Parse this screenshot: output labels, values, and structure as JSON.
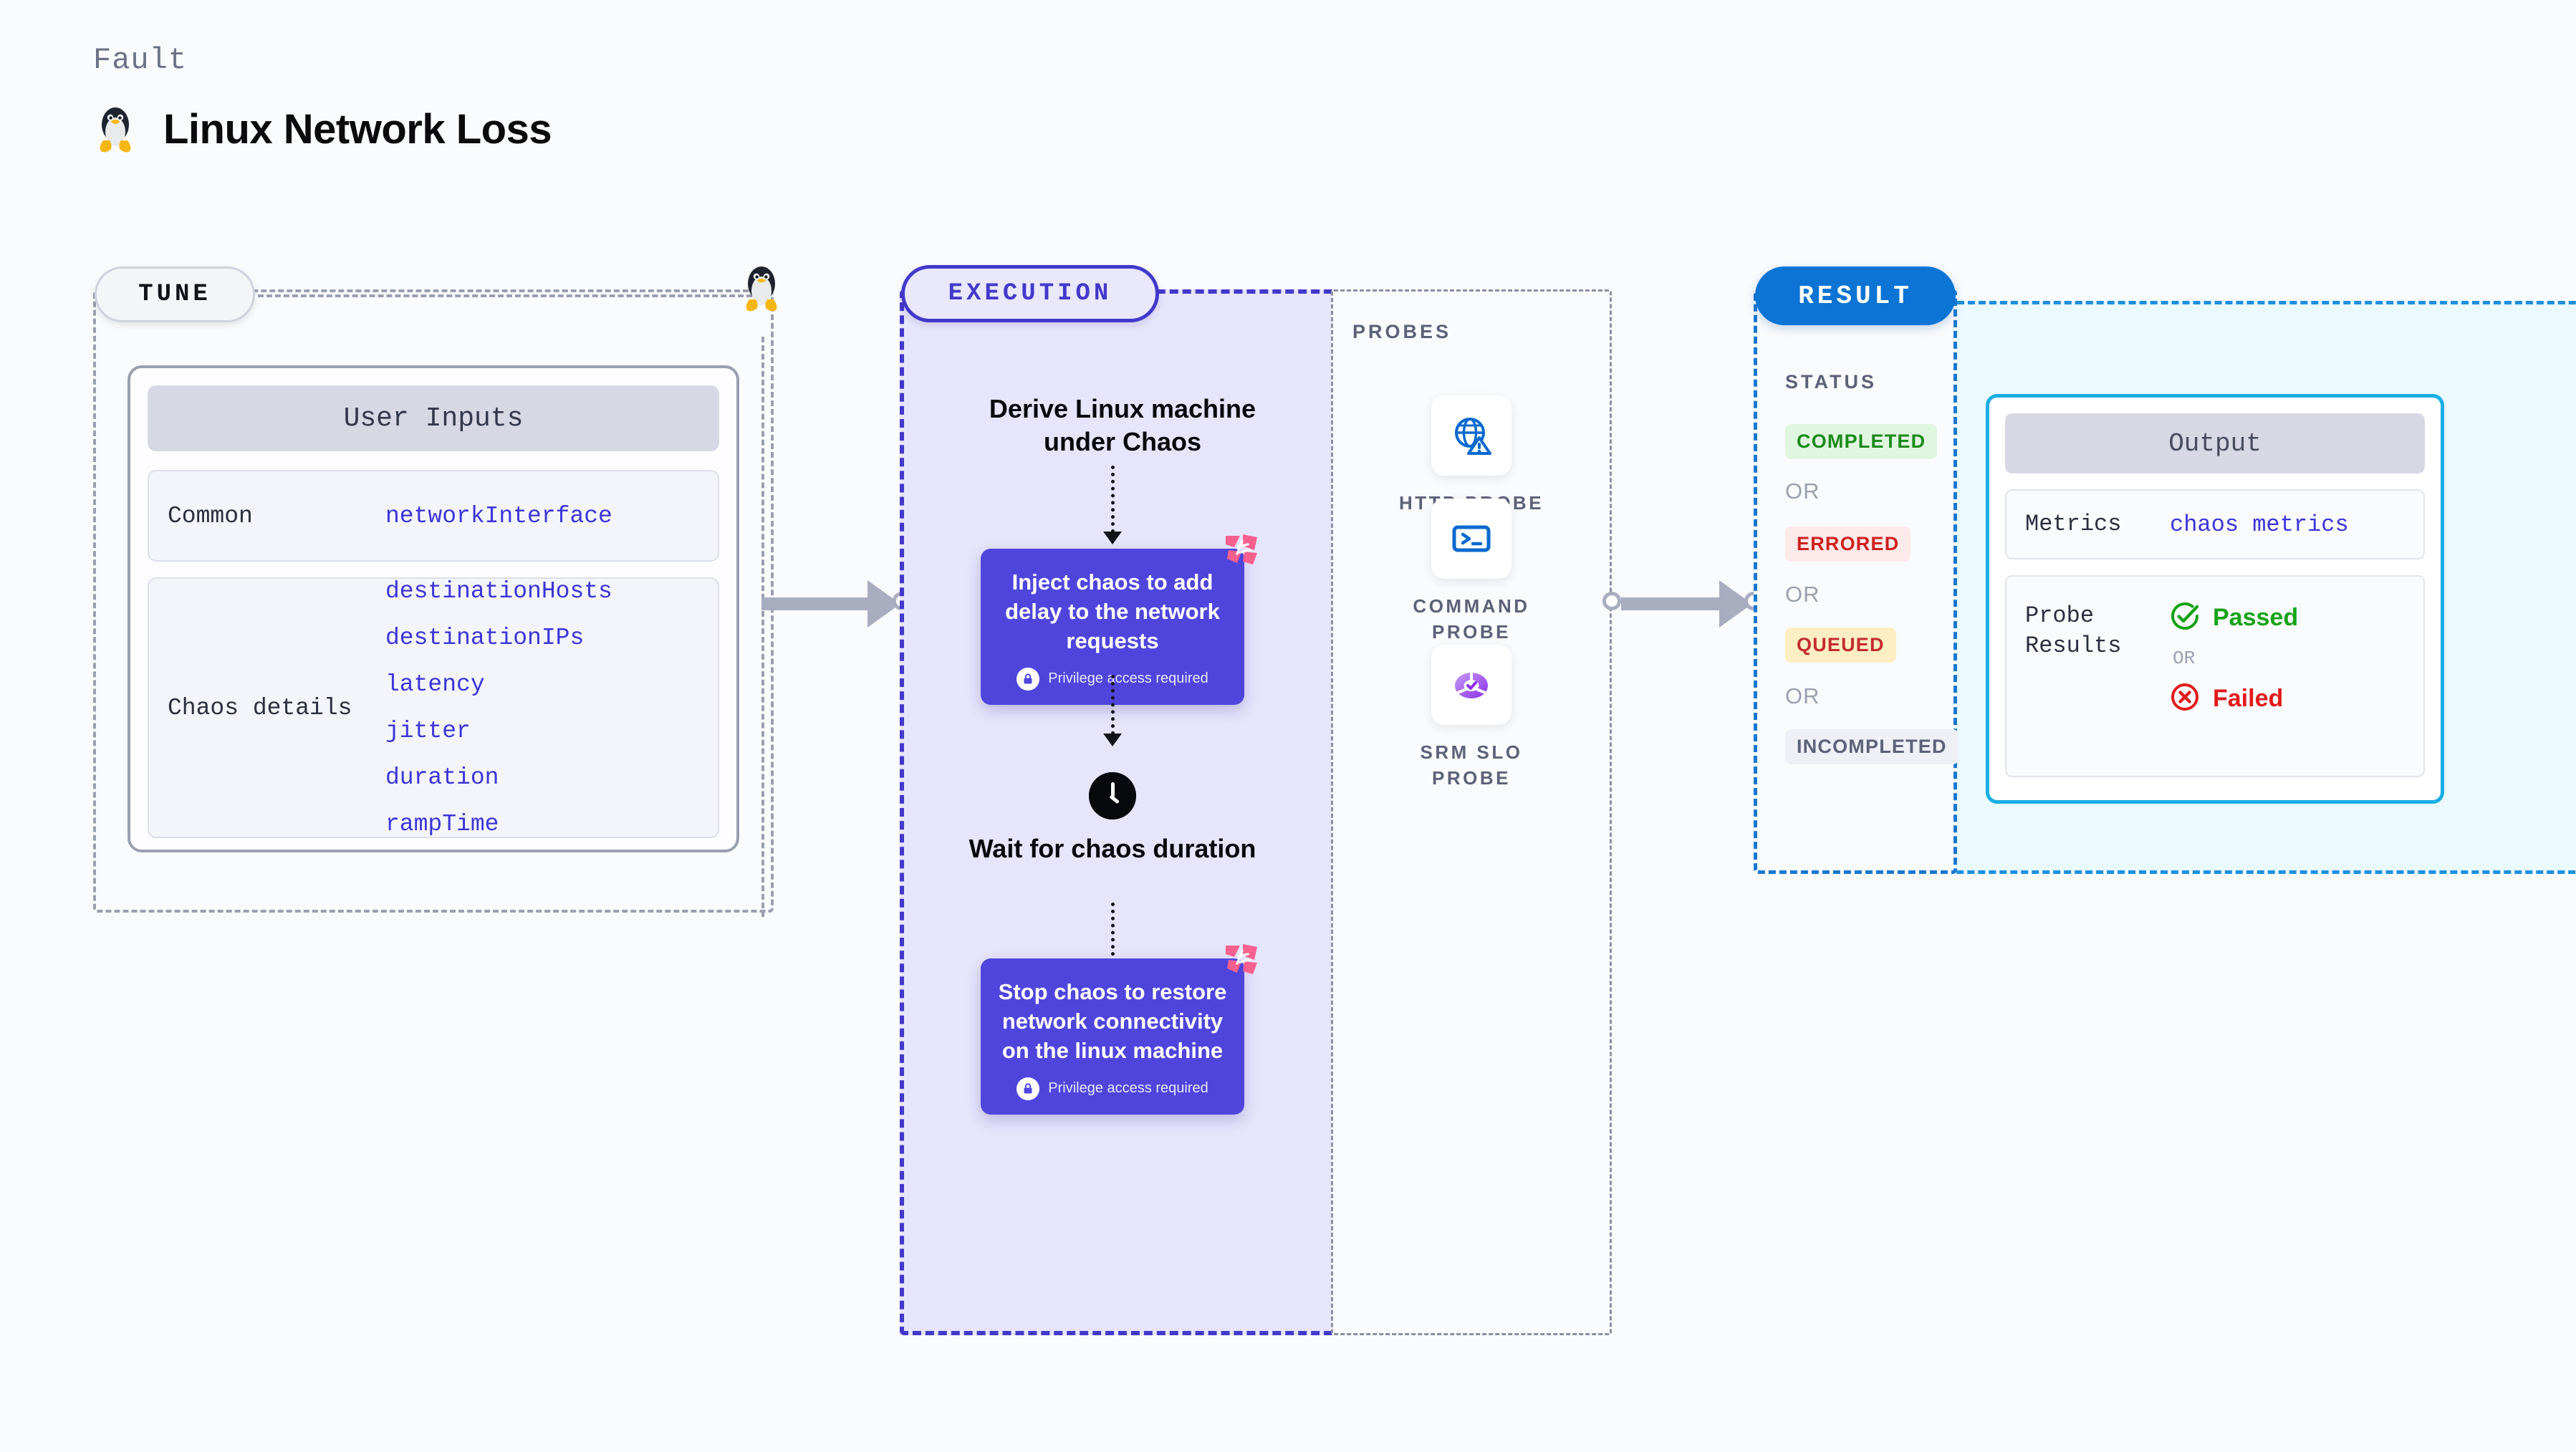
{
  "header": {
    "kicker": "Fault",
    "title": "Linux Network Loss",
    "icon": "linux-penguin-icon"
  },
  "tune": {
    "tag": "TUNE",
    "card_title": "User Inputs",
    "rows": [
      {
        "label": "Common",
        "values": [
          "networkInterface"
        ]
      },
      {
        "label": "Chaos details",
        "values": [
          "destinationHosts",
          "destinationIPs",
          "latency",
          "jitter",
          "duration",
          "rampTime"
        ]
      }
    ]
  },
  "execution": {
    "tag": "EXECUTION",
    "steps": [
      {
        "type": "title",
        "text": "Derive Linux machine under Chaos"
      },
      {
        "type": "chaos",
        "text": "Inject chaos to add delay to the network requests",
        "privilege": "Privilege access required"
      },
      {
        "type": "wait",
        "text": "Wait for chaos duration",
        "icon": "clock-icon"
      },
      {
        "type": "chaos",
        "text": "Stop chaos to restore network connectivity on the linux machine",
        "privilege": "Privilege access required"
      }
    ]
  },
  "probes": {
    "label": "PROBES",
    "items": [
      {
        "name": "HTTP PROBE",
        "icon": "globe-warning-icon"
      },
      {
        "name": "COMMAND PROBE",
        "icon": "terminal-icon"
      },
      {
        "name": "SRM SLO PROBE",
        "icon": "slo-donut-check-icon"
      }
    ]
  },
  "result": {
    "tag": "RESULT",
    "status_label": "STATUS",
    "or": "OR",
    "statuses": [
      {
        "text": "COMPLETED",
        "bg": "#e1f6e0",
        "fg": "#1c8a1c"
      },
      {
        "text": "ERRORED",
        "bg": "#fdeaea",
        "fg": "#cf1f1f"
      },
      {
        "text": "QUEUED",
        "bg": "#fdeec4",
        "fg": "#c32c2c"
      },
      {
        "text": "INCOMPLETED",
        "bg": "#eef0f6",
        "fg": "#5c6277"
      }
    ]
  },
  "output": {
    "title": "Output",
    "metrics_label": "Metrics",
    "metrics_value": "chaos metrics",
    "probe_results_label": "Probe Results",
    "passed": "Passed",
    "failed": "Failed",
    "or": "OR"
  },
  "colors": {
    "canvas": "#fafbfd",
    "tune_border": "#9aa0ae",
    "exec_purple": "#4338ca",
    "exec_fill": "#e6e5fb",
    "chaos_box": "#4f45dd",
    "result_blue": "#0b74d4",
    "output_cyan": "#19aee3",
    "output_fill": "#eafaff",
    "param_text": "#3d34d8",
    "harness_pink": "#f8608e"
  }
}
